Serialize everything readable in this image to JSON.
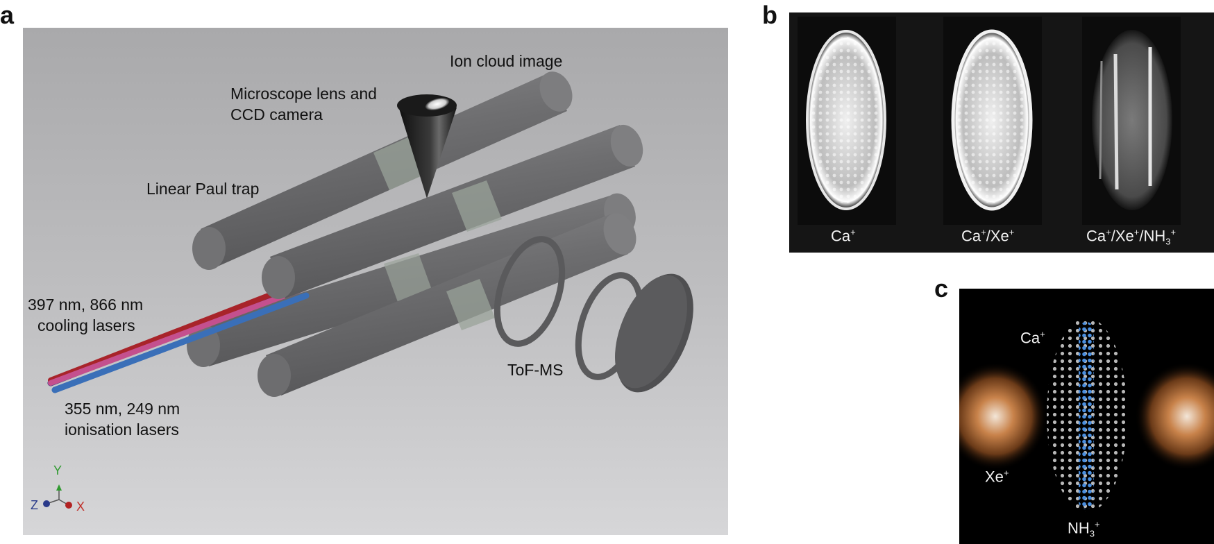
{
  "panels": {
    "a": {
      "letter": "a",
      "labels": {
        "ion_cloud": "Ion cloud image",
        "microscope_1": "Microscope lens and",
        "microscope_2": "CCD camera",
        "paul_trap": "Linear Paul trap",
        "cooling_1": "397 nm, 866 nm",
        "cooling_2": "cooling lasers",
        "ionisation_1": "355 nm, 249 nm",
        "ionisation_2": "ionisation lasers",
        "tof": "ToF-MS"
      },
      "axes": {
        "y": "Y",
        "z": "Z",
        "x": "X"
      },
      "colors": {
        "laser_red": "#a8242a",
        "laser_pink": "#c4508e",
        "laser_blue": "#3a6fb8",
        "laser_navy": "#2a2f78"
      }
    },
    "b": {
      "letter": "b",
      "images": [
        {
          "label_base": "Ca",
          "label_sup": "+",
          "rest": ""
        },
        {
          "label_base": "Ca",
          "label_sup": "+",
          "rest": "/Xe",
          "rest_sup": "+"
        },
        {
          "label_base": "Ca",
          "label_sup": "+",
          "rest": "/Xe",
          "rest_sup": "+",
          "tail": "/NH",
          "tail_sub": "3",
          "tail_sup": "+"
        }
      ]
    },
    "c": {
      "letter": "c",
      "labels": {
        "ca_base": "Ca",
        "ca_sup": "+",
        "xe_base": "Xe",
        "xe_sup": "+",
        "nh_base": "NH",
        "nh_sub": "3",
        "nh_sup": "+"
      },
      "colors": {
        "xenon": "#c8824a",
        "ammonia": "#4a8fe0",
        "calcium": "#d8d8d8"
      }
    }
  }
}
